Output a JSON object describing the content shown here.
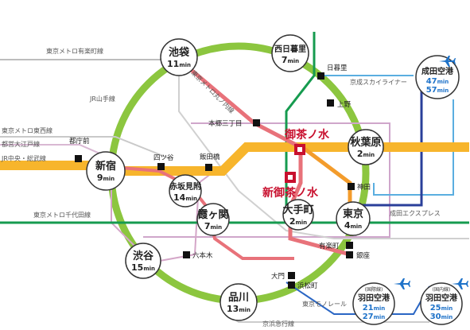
{
  "hub_stations": [
    {
      "key": "ikebukuro",
      "name": "池袋",
      "time": "11",
      "unit": "min"
    },
    {
      "key": "nishinippori",
      "name": "西日暮里",
      "time": "7",
      "unit": "min"
    },
    {
      "key": "akihabara",
      "name": "秋葉原",
      "time": "2",
      "unit": "min"
    },
    {
      "key": "shinjuku",
      "name": "新宿",
      "time": "9",
      "unit": "min"
    },
    {
      "key": "akasakamitsuke",
      "name": "赤坂見附",
      "time": "14",
      "unit": "min"
    },
    {
      "key": "kasumigaseki",
      "name": "霞ヶ関",
      "time": "7",
      "unit": "min"
    },
    {
      "key": "otemachi",
      "name": "大手町",
      "time": "2",
      "unit": "min"
    },
    {
      "key": "tokyo",
      "name": "東京",
      "time": "4",
      "unit": "min"
    },
    {
      "key": "shibuya",
      "name": "渋谷",
      "time": "15",
      "unit": "min"
    },
    {
      "key": "shinagawa",
      "name": "品川",
      "time": "13",
      "unit": "min"
    }
  ],
  "airports": [
    {
      "key": "narita",
      "name": "成田空港",
      "time1": "47",
      "time2": "57",
      "unit": "min",
      "tag": ""
    },
    {
      "key": "haneda_intl",
      "name": "羽田空港",
      "time1": "21",
      "time2": "27",
      "unit": "min",
      "tag": "(国際線)"
    },
    {
      "key": "haneda_dom",
      "name": "羽田空港",
      "time1": "25",
      "time2": "30",
      "unit": "min",
      "tag": "(国内線)"
    }
  ],
  "origin": {
    "ochanomizu": "御茶ノ水",
    "shin_ochanomizu": "新御茶ノ水"
  },
  "minor_stops": {
    "nippori": "日暮里",
    "ueno": "上野",
    "hongo": "本郷三丁目",
    "tochomae": "都庁前",
    "yotsuya": "四ツ谷",
    "iidabashi": "飯田橋",
    "kanda": "神田",
    "roppongi": "六本木",
    "yurakucho": "有楽町",
    "ginza": "銀座",
    "daimon": "大門",
    "hamamatsucho": "浜松町"
  },
  "line_labels": {
    "yurakucho_line": "東京メトロ有楽町線",
    "marunouchi_line": "東京メトロ丸ノ内線",
    "yamanote": "JR山手線",
    "tozai": "東京メトロ東西線",
    "oedo": "都営大江戸線",
    "chuo_sobu": "JR中央・総武線",
    "chiyoda": "東京メトロ千代田線",
    "skyliner": "京成スカイライナー",
    "nex": "成田エクスプレス",
    "monorail": "東京モノレール",
    "keikyu": "京浜急行線"
  },
  "colors": {
    "yamanote": "#8cc63f",
    "chuo": "#f7b52c",
    "marunouchi": "#e8727a",
    "chiyoda": "#169b4f",
    "tozai": "#7ec8e3",
    "oedo": "#d4a6c8",
    "skyliner": "#5aaee0",
    "nex": "#2a3f9a",
    "monorail": "#2a66c4",
    "keikyu": "#d6d6d6",
    "origin": "#c8102e"
  }
}
